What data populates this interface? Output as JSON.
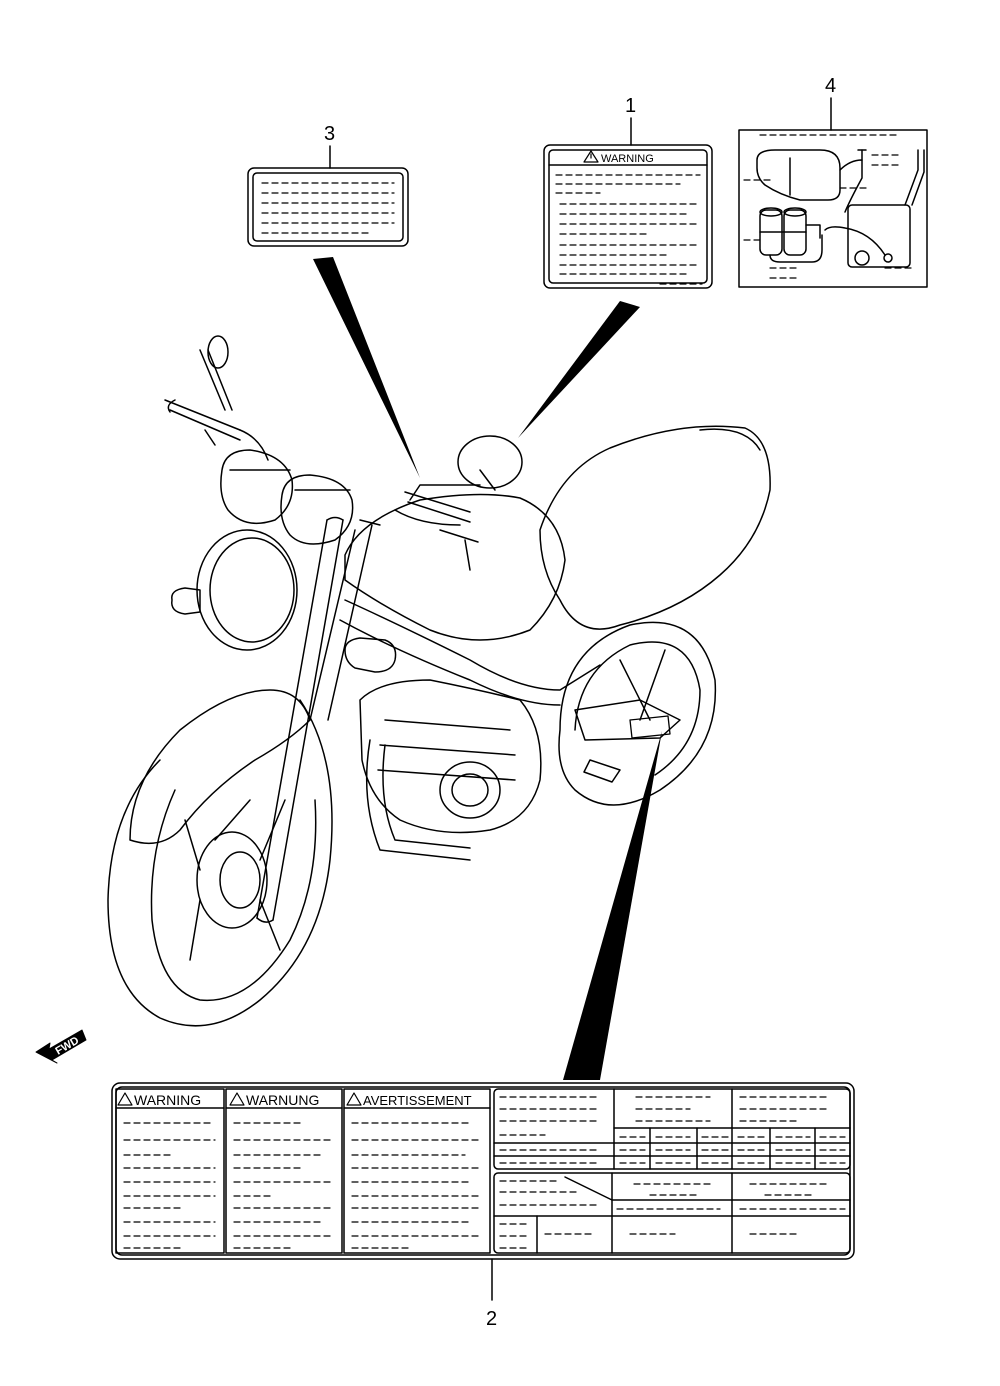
{
  "callouts": {
    "label_1": "1",
    "label_2": "2",
    "label_3": "3",
    "label_4": "4"
  },
  "label_1": {
    "header": "WARNING"
  },
  "label_2": {
    "headers": [
      "WARNING",
      "WARNUNG",
      "AVERTISSEMENT"
    ]
  },
  "fwd_arrow": "FWD",
  "colors": {
    "line": "#000000",
    "background": "#ffffff"
  }
}
